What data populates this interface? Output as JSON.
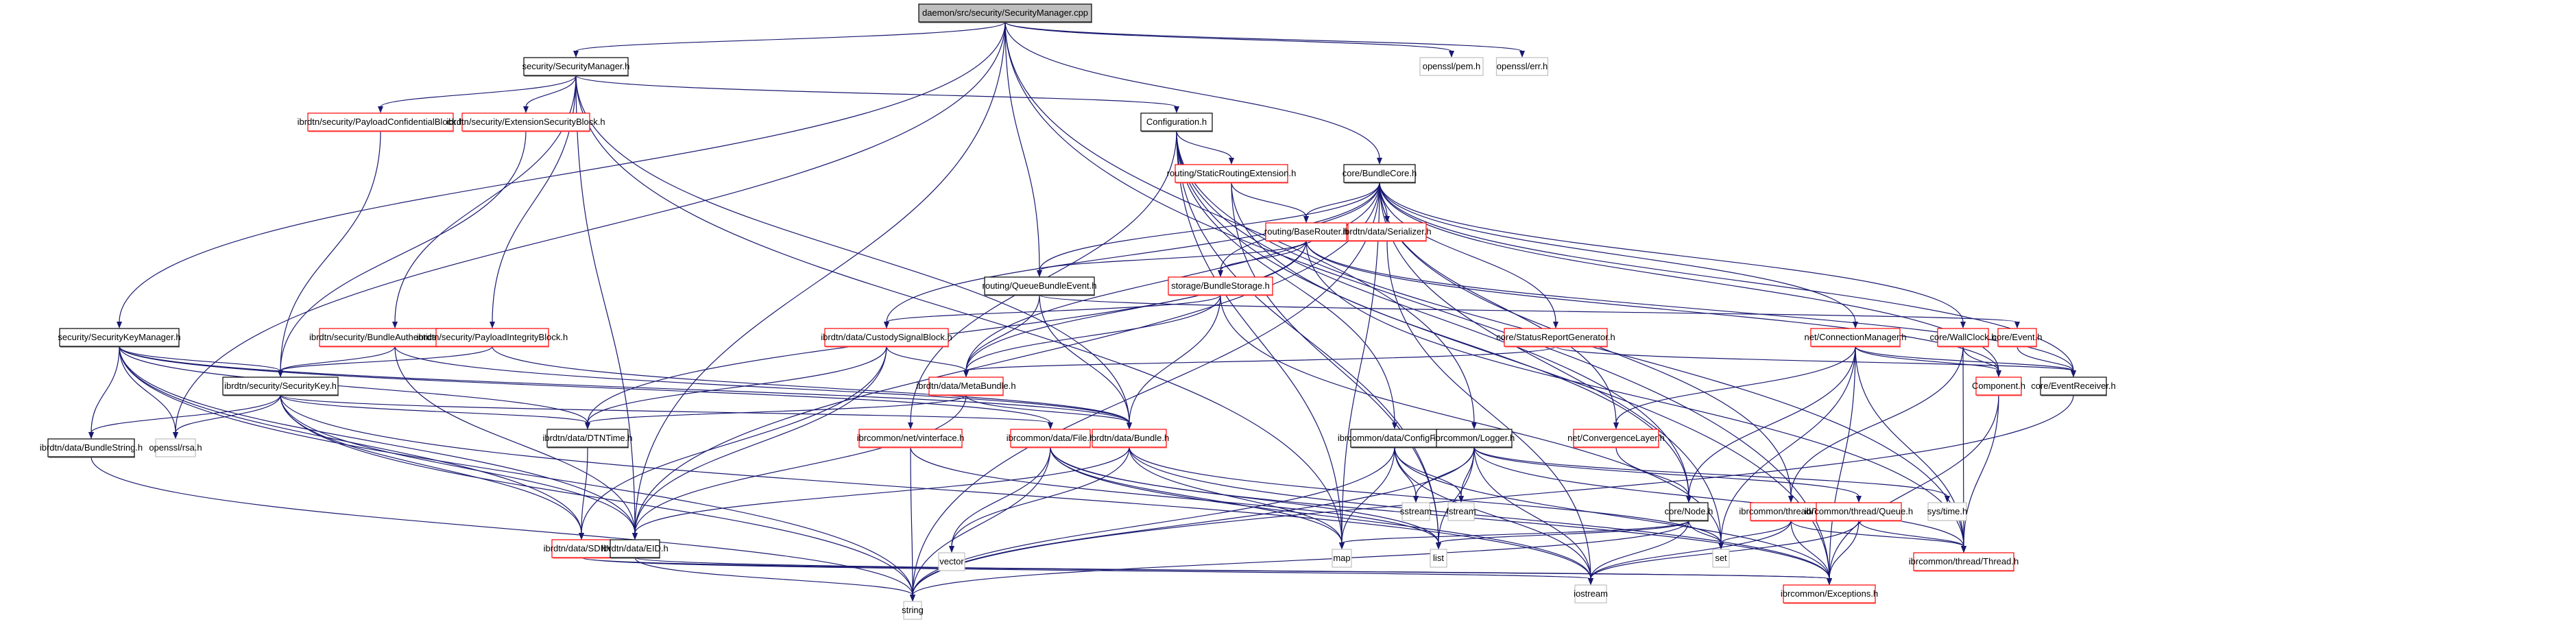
{
  "diagram": {
    "title": "daemon/src/security/SecurityManager.cpp include dependency graph",
    "legend": {
      "normal_border": "#000000",
      "truncated_border": "#ff0000",
      "external_border": "#bfbfbf",
      "root_fill": "#bfbfbf",
      "edge_color": "#191970"
    },
    "nodes": [
      {
        "id": "root",
        "label": "daemon/src/security/SecurityManager.cpp",
        "kind": "root"
      },
      {
        "id": "secmgr",
        "label": "security/SecurityManager.h",
        "kind": "normal"
      },
      {
        "id": "pem",
        "label": "openssl/pem.h",
        "kind": "external"
      },
      {
        "id": "err",
        "label": "openssl/err.h",
        "kind": "external"
      },
      {
        "id": "pcb",
        "label": "ibrdtn/security/PayloadConfidentialBlock.h",
        "kind": "truncated"
      },
      {
        "id": "esb",
        "label": "ibrdtn/security/ExtensionSecurityBlock.h",
        "kind": "truncated"
      },
      {
        "id": "config",
        "label": "Configuration.h",
        "kind": "normal"
      },
      {
        "id": "sre",
        "label": "routing/StaticRoutingExtension.h",
        "kind": "truncated"
      },
      {
        "id": "bcore",
        "label": "core/BundleCore.h",
        "kind": "normal"
      },
      {
        "id": "brouter",
        "label": "routing/BaseRouter.h",
        "kind": "truncated"
      },
      {
        "id": "serializer",
        "label": "ibrdtn/data/Serializer.h",
        "kind": "truncated"
      },
      {
        "id": "qbe",
        "label": "routing/QueueBundleEvent.h",
        "kind": "normal"
      },
      {
        "id": "bstorage",
        "label": "storage/BundleStorage.h",
        "kind": "truncated"
      },
      {
        "id": "skm",
        "label": "security/SecurityKeyManager.h",
        "kind": "normal"
      },
      {
        "id": "bab",
        "label": "ibrdtn/security/BundleAuthenticationBlock.h",
        "kind": "truncated"
      },
      {
        "id": "pib",
        "label": "ibrdtn/security/PayloadIntegrityBlock.h",
        "kind": "truncated"
      },
      {
        "id": "csb",
        "label": "ibrdtn/data/CustodySignalBlock.h",
        "kind": "truncated"
      },
      {
        "id": "srg",
        "label": "core/StatusReportGenerator.h",
        "kind": "truncated"
      },
      {
        "id": "connmgr",
        "label": "net/ConnectionManager.h",
        "kind": "truncated"
      },
      {
        "id": "wallclock",
        "label": "core/WallClock.h",
        "kind": "truncated"
      },
      {
        "id": "event",
        "label": "core/Event.h",
        "kind": "truncated"
      },
      {
        "id": "seckey",
        "label": "ibrdtn/security/SecurityKey.h",
        "kind": "normal"
      },
      {
        "id": "metabundle",
        "label": "ibrdtn/data/MetaBundle.h",
        "kind": "truncated"
      },
      {
        "id": "configfile",
        "label": "ibrcommon/data/ConfigFile.h",
        "kind": "normal"
      },
      {
        "id": "logger",
        "label": "ibrcommon/Logger.h",
        "kind": "normal"
      },
      {
        "id": "convlayer",
        "label": "net/ConvergenceLayer.h",
        "kind": "truncated"
      },
      {
        "id": "component",
        "label": "Component.h",
        "kind": "truncated"
      },
      {
        "id": "evrecv",
        "label": "core/EventReceiver.h",
        "kind": "normal"
      },
      {
        "id": "bstring",
        "label": "ibrdtn/data/BundleString.h",
        "kind": "normal"
      },
      {
        "id": "rsa",
        "label": "openssl/rsa.h",
        "kind": "external"
      },
      {
        "id": "dtntime",
        "label": "ibrdtn/data/DTNTime.h",
        "kind": "normal"
      },
      {
        "id": "vinterface",
        "label": "ibrcommon/net/vinterface.h",
        "kind": "truncated"
      },
      {
        "id": "file",
        "label": "ibrcommon/data/File.h",
        "kind": "truncated"
      },
      {
        "id": "bundle",
        "label": "ibrdtn/data/Bundle.h",
        "kind": "truncated"
      },
      {
        "id": "sstream",
        "label": "sstream",
        "kind": "external"
      },
      {
        "id": "fstream",
        "label": "fstream",
        "kind": "external"
      },
      {
        "id": "node",
        "label": "core/Node.h",
        "kind": "normal"
      },
      {
        "id": "timer",
        "label": "ibrcommon/thread/Timer.h",
        "kind": "truncated"
      },
      {
        "id": "queue",
        "label": "ibrcommon/thread/Queue.h",
        "kind": "truncated"
      },
      {
        "id": "systime",
        "label": "sys/time.h",
        "kind": "external"
      },
      {
        "id": "sdnv",
        "label": "ibrdtn/data/SDNV.h",
        "kind": "truncated"
      },
      {
        "id": "eid",
        "label": "ibrdtn/data/EID.h",
        "kind": "normal"
      },
      {
        "id": "vector",
        "label": "vector",
        "kind": "external"
      },
      {
        "id": "map",
        "label": "map",
        "kind": "external"
      },
      {
        "id": "list",
        "label": "list",
        "kind": "external"
      },
      {
        "id": "set",
        "label": "set",
        "kind": "external"
      },
      {
        "id": "thread",
        "label": "ibrcommon/thread/Thread.h",
        "kind": "truncated"
      },
      {
        "id": "iostream",
        "label": "iostream",
        "kind": "external"
      },
      {
        "id": "exceptions",
        "label": "ibrcommon/Exceptions.h",
        "kind": "truncated"
      },
      {
        "id": "string",
        "label": "string",
        "kind": "external"
      }
    ],
    "edges": [
      [
        "root",
        "secmgr"
      ],
      [
        "root",
        "pem"
      ],
      [
        "root",
        "err"
      ],
      [
        "root",
        "skm"
      ],
      [
        "root",
        "rsa"
      ],
      [
        "root",
        "eid"
      ],
      [
        "root",
        "qbe"
      ],
      [
        "root",
        "bcore"
      ],
      [
        "root",
        "logger"
      ],
      [
        "root",
        "exceptions"
      ],
      [
        "secmgr",
        "pcb"
      ],
      [
        "secmgr",
        "esb"
      ],
      [
        "secmgr",
        "config"
      ],
      [
        "secmgr",
        "bab"
      ],
      [
        "secmgr",
        "pib"
      ],
      [
        "secmgr",
        "bundle"
      ],
      [
        "secmgr",
        "map"
      ],
      [
        "secmgr",
        "eid"
      ],
      [
        "pcb",
        "seckey"
      ],
      [
        "esb",
        "seckey"
      ],
      [
        "config",
        "sre"
      ],
      [
        "config",
        "configfile"
      ],
      [
        "config",
        "map"
      ],
      [
        "config",
        "list"
      ],
      [
        "config",
        "node"
      ],
      [
        "config",
        "vinterface"
      ],
      [
        "config",
        "thread"
      ],
      [
        "config",
        "exceptions"
      ],
      [
        "sre",
        "brouter"
      ],
      [
        "sre",
        "list"
      ],
      [
        "sre",
        "node"
      ],
      [
        "bcore",
        "brouter"
      ],
      [
        "bcore",
        "serializer"
      ],
      [
        "bcore",
        "bstorage"
      ],
      [
        "bcore",
        "csb"
      ],
      [
        "bcore",
        "srg"
      ],
      [
        "bcore",
        "connmgr"
      ],
      [
        "bcore",
        "wallclock"
      ],
      [
        "bcore",
        "component"
      ],
      [
        "bcore",
        "evrecv"
      ],
      [
        "bcore",
        "convlayer"
      ],
      [
        "bcore",
        "metabundle"
      ],
      [
        "bcore",
        "eid"
      ],
      [
        "bcore",
        "set"
      ],
      [
        "bcore",
        "map"
      ],
      [
        "bcore",
        "string"
      ],
      [
        "bcore",
        "timer"
      ],
      [
        "bcore",
        "qbe"
      ],
      [
        "brouter",
        "bstorage"
      ],
      [
        "brouter",
        "component"
      ],
      [
        "brouter",
        "evrecv"
      ],
      [
        "brouter",
        "metabundle"
      ],
      [
        "brouter",
        "dtntime"
      ],
      [
        "brouter",
        "thread"
      ],
      [
        "brouter",
        "qbe"
      ],
      [
        "serializer",
        "iostream"
      ],
      [
        "qbe",
        "metabundle"
      ],
      [
        "qbe",
        "bundle"
      ],
      [
        "qbe",
        "event"
      ],
      [
        "bstorage",
        "metabundle"
      ],
      [
        "bstorage",
        "bundle"
      ],
      [
        "bstorage",
        "csb"
      ],
      [
        "bstorage",
        "set"
      ],
      [
        "skm",
        "seckey"
      ],
      [
        "skm",
        "bstring"
      ],
      [
        "skm",
        "rsa"
      ],
      [
        "skm",
        "eid"
      ],
      [
        "skm",
        "dtntime"
      ],
      [
        "skm",
        "file"
      ],
      [
        "skm",
        "sdnv"
      ],
      [
        "skm",
        "bundle"
      ],
      [
        "skm",
        "string"
      ],
      [
        "bab",
        "seckey"
      ],
      [
        "bab",
        "eid"
      ],
      [
        "bab",
        "bundle"
      ],
      [
        "pib",
        "seckey"
      ],
      [
        "pib",
        "bundle"
      ],
      [
        "csb",
        "metabundle"
      ],
      [
        "csb",
        "dtntime"
      ],
      [
        "csb",
        "eid"
      ],
      [
        "csb",
        "sdnv"
      ],
      [
        "srg",
        "evrecv"
      ],
      [
        "srg",
        "metabundle"
      ],
      [
        "connmgr",
        "convlayer"
      ],
      [
        "connmgr",
        "component"
      ],
      [
        "connmgr",
        "evrecv"
      ],
      [
        "connmgr",
        "node"
      ],
      [
        "connmgr",
        "set"
      ],
      [
        "connmgr",
        "thread"
      ],
      [
        "connmgr",
        "exceptions"
      ],
      [
        "wallclock",
        "component"
      ],
      [
        "wallclock",
        "thread"
      ],
      [
        "wallclock",
        "timer"
      ],
      [
        "event",
        "evrecv"
      ],
      [
        "seckey",
        "bstring"
      ],
      [
        "seckey",
        "rsa"
      ],
      [
        "seckey",
        "eid"
      ],
      [
        "seckey",
        "dtntime"
      ],
      [
        "seckey",
        "sdnv"
      ],
      [
        "seckey",
        "file"
      ],
      [
        "seckey",
        "string"
      ],
      [
        "seckey",
        "iostream"
      ],
      [
        "metabundle",
        "bundle"
      ],
      [
        "metabundle",
        "eid"
      ],
      [
        "metabundle",
        "dtntime"
      ],
      [
        "configfile",
        "sstream"
      ],
      [
        "configfile",
        "fstream"
      ],
      [
        "configfile",
        "map"
      ],
      [
        "configfile",
        "iostream"
      ],
      [
        "configfile",
        "exceptions"
      ],
      [
        "configfile",
        "string"
      ],
      [
        "logger",
        "sstream"
      ],
      [
        "logger",
        "fstream"
      ],
      [
        "logger",
        "list"
      ],
      [
        "logger",
        "iostream"
      ],
      [
        "logger",
        "thread"
      ],
      [
        "logger",
        "queue"
      ],
      [
        "logger",
        "systime"
      ],
      [
        "logger",
        "string"
      ],
      [
        "convlayer",
        "node"
      ],
      [
        "component",
        "thread"
      ],
      [
        "component",
        "exceptions"
      ],
      [
        "evrecv",
        "string"
      ],
      [
        "bstring",
        "string"
      ],
      [
        "dtntime",
        "sdnv"
      ],
      [
        "vinterface",
        "string"
      ],
      [
        "vinterface",
        "list"
      ],
      [
        "file",
        "vector"
      ],
      [
        "file",
        "list"
      ],
      [
        "file",
        "map"
      ],
      [
        "file",
        "iostream"
      ],
      [
        "file",
        "exceptions"
      ],
      [
        "file",
        "string"
      ],
      [
        "bundle",
        "map"
      ],
      [
        "bundle",
        "set"
      ],
      [
        "bundle",
        "eid"
      ],
      [
        "bundle",
        "vector"
      ],
      [
        "bundle",
        "exceptions"
      ],
      [
        "node",
        "set"
      ],
      [
        "node",
        "list"
      ],
      [
        "node",
        "map"
      ],
      [
        "node",
        "iostream"
      ],
      [
        "node",
        "string"
      ],
      [
        "timer",
        "set"
      ],
      [
        "timer",
        "thread"
      ],
      [
        "timer",
        "iostream"
      ],
      [
        "timer",
        "exceptions"
      ],
      [
        "queue",
        "thread"
      ],
      [
        "queue",
        "exceptions"
      ],
      [
        "queue",
        "iostream"
      ],
      [
        "sdnv",
        "iostream"
      ],
      [
        "sdnv",
        "exceptions"
      ],
      [
        "eid",
        "string"
      ],
      [
        "eid",
        "exceptions"
      ]
    ]
  }
}
